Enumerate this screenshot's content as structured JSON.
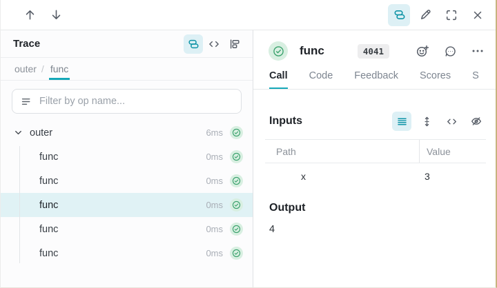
{
  "topbar": {
    "nav": [
      {
        "name": "previous",
        "icon": "arrow-up-icon"
      },
      {
        "name": "next",
        "icon": "arrow-down-icon"
      }
    ],
    "actions": [
      {
        "name": "trace-view",
        "icon": "stack-icon",
        "active": true
      },
      {
        "name": "edit",
        "icon": "pencil-icon"
      },
      {
        "name": "fullscreen",
        "icon": "fullscreen-icon"
      },
      {
        "name": "close",
        "icon": "close-icon"
      }
    ]
  },
  "trace_panel": {
    "title": "Trace",
    "toolbar": [
      "tree-view-icon",
      "code-view-icon",
      "flame-view-icon"
    ],
    "breadcrumb": {
      "items": [
        "outer",
        "func"
      ],
      "separator": "/",
      "active": "func"
    },
    "filter": {
      "placeholder": "Filter by op name...",
      "icon": "filter-icon"
    },
    "rows": [
      {
        "label": "outer",
        "duration": "6ms",
        "depth": 0,
        "expanded": true,
        "selected": false,
        "status": "success"
      },
      {
        "label": "func",
        "duration": "0ms",
        "depth": 1,
        "selected": false,
        "status": "success"
      },
      {
        "label": "func",
        "duration": "0ms",
        "depth": 1,
        "selected": false,
        "status": "success"
      },
      {
        "label": "func",
        "duration": "0ms",
        "depth": 1,
        "selected": true,
        "status": "success"
      },
      {
        "label": "func",
        "duration": "0ms",
        "depth": 1,
        "selected": false,
        "status": "success"
      },
      {
        "label": "func",
        "duration": "0ms",
        "depth": 1,
        "selected": false,
        "status": "success"
      }
    ]
  },
  "call_panel": {
    "status_icon": "success-check-icon",
    "title": "func",
    "badge": "4041",
    "header_actions": [
      "add-reaction-icon",
      "comment-icon",
      "more-icon"
    ],
    "tabs": [
      "Call",
      "Code",
      "Feedback",
      "Scores",
      "S"
    ],
    "active_tab": "Call",
    "inputs": {
      "heading": "Inputs",
      "view_toggles": [
        "list-view-icon",
        "expand-rows-icon",
        "code-icon",
        "hide-icon"
      ],
      "table": {
        "columns": [
          "Path",
          "Value"
        ],
        "rows": [
          {
            "path": "x",
            "value": "3"
          }
        ]
      }
    },
    "output": {
      "heading": "Output",
      "value": "4"
    }
  },
  "colors": {
    "accent": "#15a8b8",
    "accent_bg": "#ddf0f5",
    "success": "#37a06a",
    "success_bg": "#d8efe1"
  }
}
